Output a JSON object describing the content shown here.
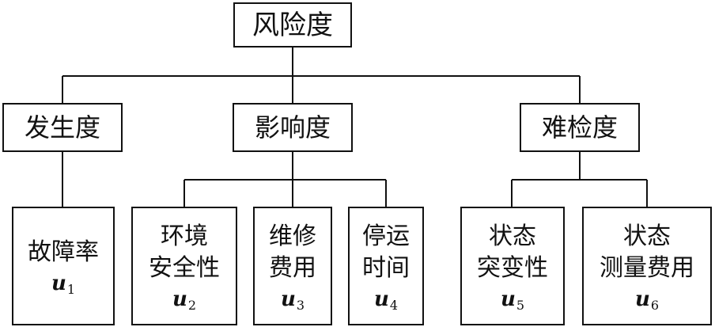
{
  "root": {
    "label": "风险度"
  },
  "level1": [
    {
      "label": "发生度"
    },
    {
      "label": "影响度"
    },
    {
      "label": "难检度"
    }
  ],
  "leaves": [
    {
      "label": "故障率",
      "symbol": "u",
      "index": "1"
    },
    {
      "label": "环境\n安全性",
      "symbol": "u",
      "index": "2"
    },
    {
      "label": "维修\n费用",
      "symbol": "u",
      "index": "3"
    },
    {
      "label": "停运\n时间",
      "symbol": "u",
      "index": "4"
    },
    {
      "label": "状态\n突变性",
      "symbol": "u",
      "index": "5"
    },
    {
      "label": "状态\n测量费用",
      "symbol": "u",
      "index": "6"
    }
  ]
}
